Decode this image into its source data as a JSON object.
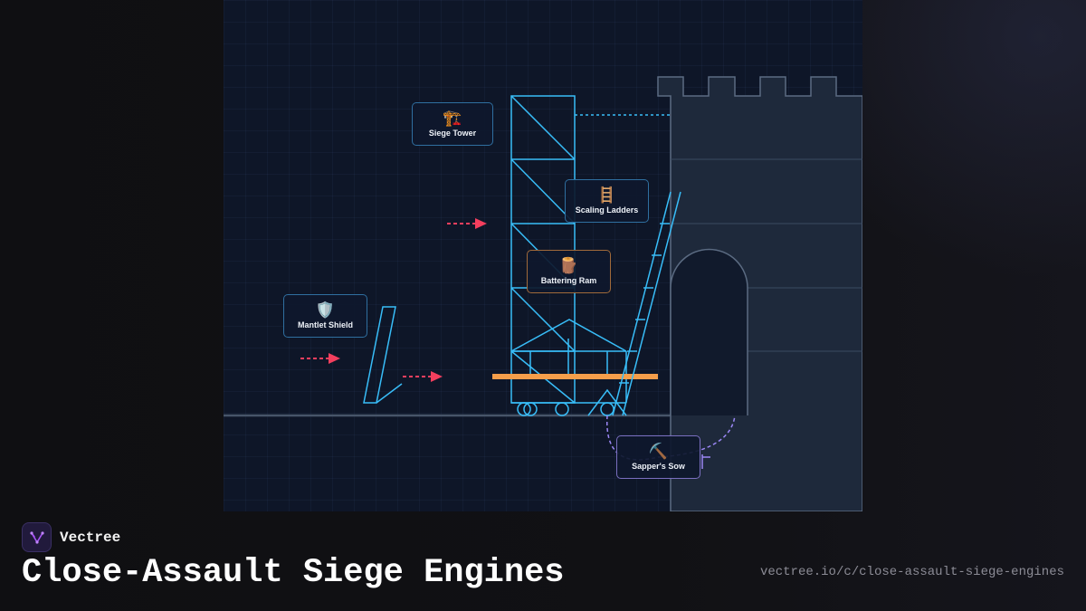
{
  "brand": {
    "name": "Vectree",
    "accent_color": "#a855f7"
  },
  "page": {
    "title": "Close-Assault Siege Engines",
    "url": "vectree.io/c/close-assault-siege-engines"
  },
  "diagram": {
    "line_color": "#38bdf8",
    "ram_color": "#f59e4a",
    "arrow_color": "#f43f5e",
    "tunnel_color": "#9b87f5",
    "wall_color": "#1e293b",
    "labels": {
      "siege_tower": {
        "icon": "construction-crane-icon",
        "glyph": "🏗️",
        "text": "Siege Tower"
      },
      "scaling_ladders": {
        "icon": "ladder-icon",
        "glyph": "🪜",
        "text": "Scaling Ladders"
      },
      "battering_ram": {
        "icon": "wood-log-icon",
        "glyph": "🪵",
        "text": "Battering Ram"
      },
      "mantlet_shield": {
        "icon": "shield-icon",
        "glyph": "🛡️",
        "text": "Mantlet Shield"
      },
      "sappers_sow": {
        "icon": "pickaxe-icon",
        "glyph": "⛏️",
        "text": "Sapper's Sow"
      }
    }
  }
}
